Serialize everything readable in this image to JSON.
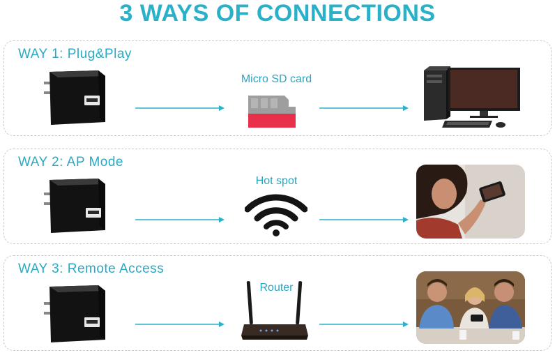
{
  "title": "3 WAYS OF CONNECTIONS",
  "ways": [
    {
      "label": "WAY 1: Plug&Play",
      "middle_label": "Micro SD card",
      "middle_icon": "micro-sd-card-icon",
      "end_icon": "desktop-computer-icon"
    },
    {
      "label": "WAY 2: AP Mode",
      "middle_label": "Hot spot",
      "middle_icon": "wifi-hotspot-icon",
      "end_icon": "woman-with-phone-photo"
    },
    {
      "label": "WAY 3: Remote Access",
      "middle_label": "Router",
      "middle_icon": "router-icon",
      "end_icon": "friends-with-phone-photo"
    }
  ],
  "colors": {
    "accent": "#2ab1c9",
    "arrow": "#2ab1c9",
    "sd_card_top": "#9e9e9e",
    "sd_card_bottom": "#e8304a",
    "device": "#1a1a1a"
  }
}
